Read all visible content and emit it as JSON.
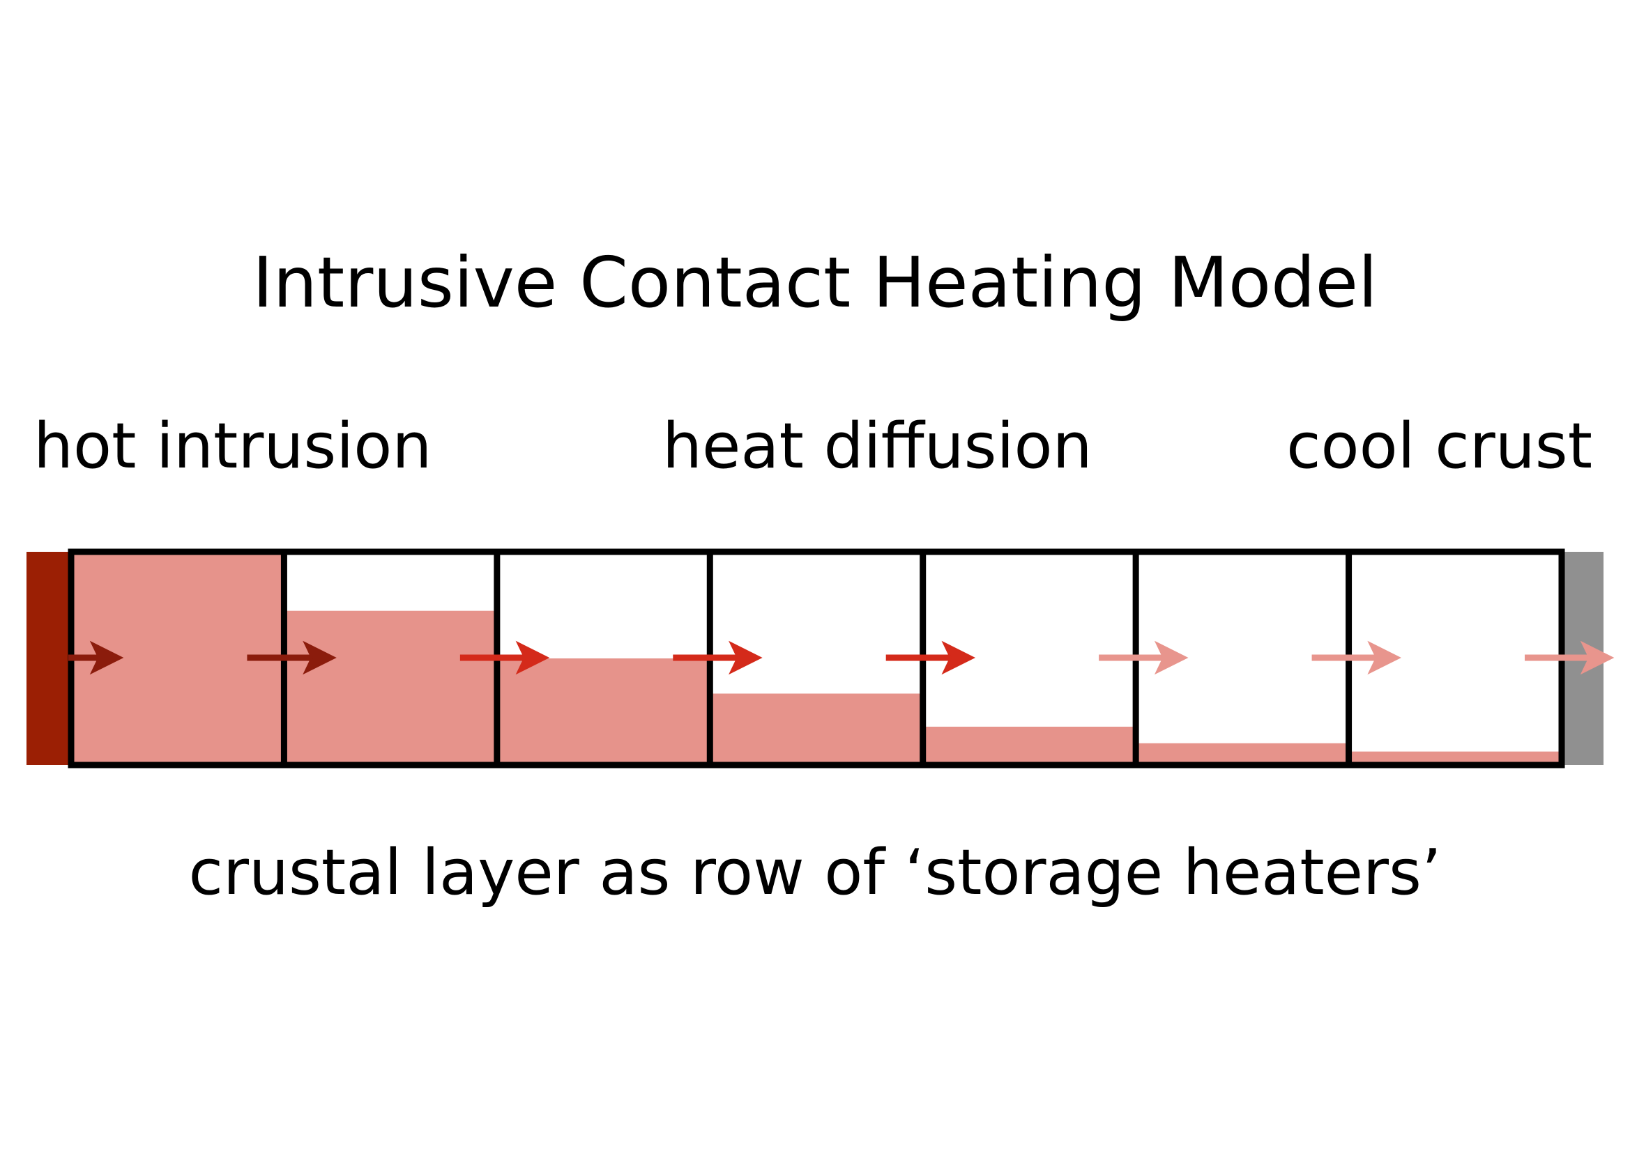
{
  "title": "Intrusive Contact Heating Model",
  "labels": {
    "left": "hot intrusion",
    "middle": "heat diffusion",
    "right": "cool crust"
  },
  "caption": "crustal layer as row of ‘storage heaters’",
  "heaters": {
    "count": 7,
    "levels": [
      1.0,
      0.73,
      0.5,
      0.33,
      0.17,
      0.09,
      0.05
    ]
  },
  "arrows": [
    {
      "color": "#8b1c0c"
    },
    {
      "color": "#8b1c0c"
    },
    {
      "color": "#d42a1a"
    },
    {
      "color": "#d42a1a"
    },
    {
      "color": "#d42a1a"
    },
    {
      "color": "#e8958d"
    },
    {
      "color": "#e8958d"
    },
    {
      "color": "#e8958d"
    }
  ],
  "colors": {
    "hot_source": "#9b1f04",
    "cool_sink": "#909090",
    "heat_fill": "#e6938b",
    "cell_border": "#000000"
  }
}
